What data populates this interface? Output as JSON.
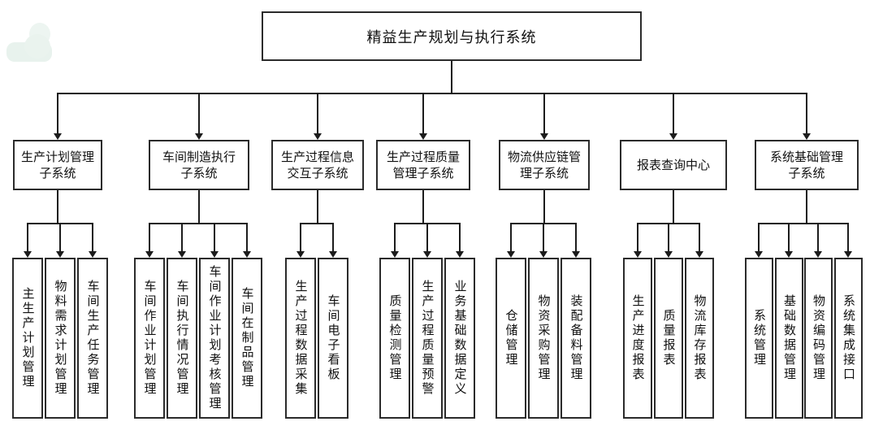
{
  "root": {
    "label": "精益生产规划与执行系统"
  },
  "subsystems": [
    {
      "label": "生产计划管理\n子系统",
      "children": [
        "主生产计划管理",
        "物料需求计划管理",
        "车间生产任务管理"
      ]
    },
    {
      "label": "车间制造执行\n子系统",
      "children": [
        "车间作业计划管理",
        "车间执行情况管理",
        "车间作业计划考核管理",
        "车间在制品管理"
      ]
    },
    {
      "label": "生产过程信息\n交互子系统",
      "children": [
        "生产过程数据采集",
        "车间电子看板"
      ]
    },
    {
      "label": "生产过程质量\n管理子系统",
      "children": [
        "质量检测管理",
        "生产过程质量预警",
        "业务基础数据定义"
      ]
    },
    {
      "label": "物流供应链管\n理子系统",
      "children": [
        "仓储管理",
        "物资采购管理",
        "装配备料管理"
      ]
    },
    {
      "label": "报表查询中心",
      "children": [
        "生产进度报表",
        "质量报表",
        "物流库存报表"
      ]
    },
    {
      "label": "系统基础管理\n子系统",
      "children": [
        "系统管理",
        "基础数据管理",
        "物资编码管理",
        "系统集成接口"
      ]
    }
  ],
  "colors": {
    "background": "#ffffff",
    "box_border": "#2b2b2b",
    "connector": "#1c1c1c",
    "watermark": "#e8f2ed"
  }
}
